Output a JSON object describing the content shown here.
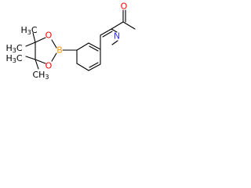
{
  "molecule": {
    "atoms": {
      "ring_n": {
        "text": "N",
        "color": "#3333ff"
      },
      "carbonyl_o": {
        "text": "O",
        "color": "#ff0000"
      },
      "boron": {
        "text": "B",
        "color": "#ff9900"
      },
      "ring_o_top": {
        "text": "O",
        "color": "#ff0000"
      },
      "ring_o_bottom": {
        "text": "O",
        "color": "#ff0000"
      }
    },
    "methyls": [
      {
        "main": "H",
        "sub": "3",
        "prefix": "",
        "suffix": "C"
      },
      {
        "main": "H",
        "sub": "3",
        "prefix": "",
        "suffix": "C"
      },
      {
        "main": "H",
        "sub": "3",
        "prefix": "",
        "suffix": "C"
      },
      {
        "main": "CH",
        "sub": "3",
        "prefix": "",
        "suffix": ""
      }
    ],
    "colors": {
      "bond": "#000000",
      "carbon_text": "#000000"
    }
  }
}
